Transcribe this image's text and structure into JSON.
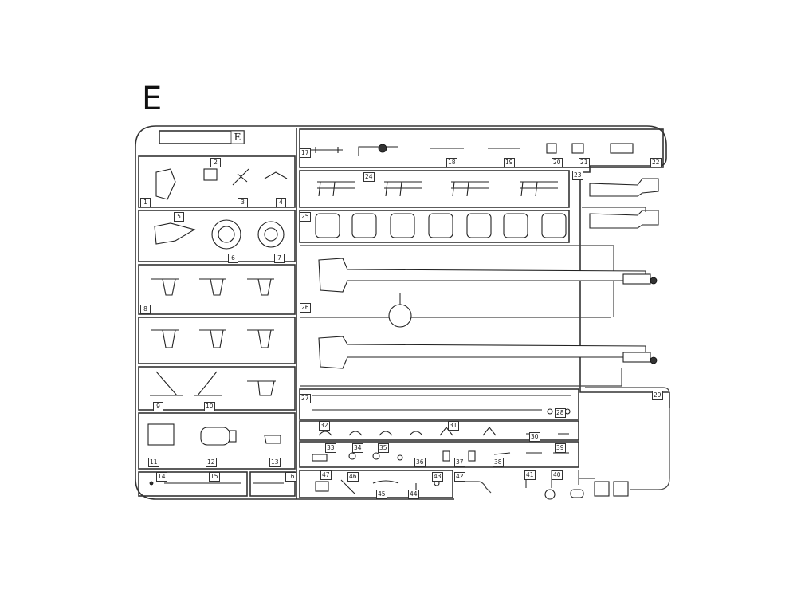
{
  "sheet_letter": "E",
  "tag_letter": "E",
  "part_numbers": [
    {
      "n": "1"
    },
    {
      "n": "2"
    },
    {
      "n": "3"
    },
    {
      "n": "4"
    },
    {
      "n": "5"
    },
    {
      "n": "6"
    },
    {
      "n": "7"
    },
    {
      "n": "8"
    },
    {
      "n": "9"
    },
    {
      "n": "10"
    },
    {
      "n": "11"
    },
    {
      "n": "12"
    },
    {
      "n": "13"
    },
    {
      "n": "14"
    },
    {
      "n": "15"
    },
    {
      "n": "16"
    },
    {
      "n": "17"
    },
    {
      "n": "18"
    },
    {
      "n": "19"
    },
    {
      "n": "20"
    },
    {
      "n": "21"
    },
    {
      "n": "22"
    },
    {
      "n": "23"
    },
    {
      "n": "24"
    },
    {
      "n": "25"
    },
    {
      "n": "26"
    },
    {
      "n": "27"
    },
    {
      "n": "28"
    },
    {
      "n": "29"
    },
    {
      "n": "30"
    },
    {
      "n": "31"
    },
    {
      "n": "32"
    },
    {
      "n": "33"
    },
    {
      "n": "34"
    },
    {
      "n": "35"
    },
    {
      "n": "36"
    },
    {
      "n": "37"
    },
    {
      "n": "38"
    },
    {
      "n": "39"
    },
    {
      "n": "40"
    },
    {
      "n": "41"
    },
    {
      "n": "42"
    },
    {
      "n": "43"
    },
    {
      "n": "44"
    },
    {
      "n": "45"
    },
    {
      "n": "46"
    },
    {
      "n": "47"
    }
  ]
}
